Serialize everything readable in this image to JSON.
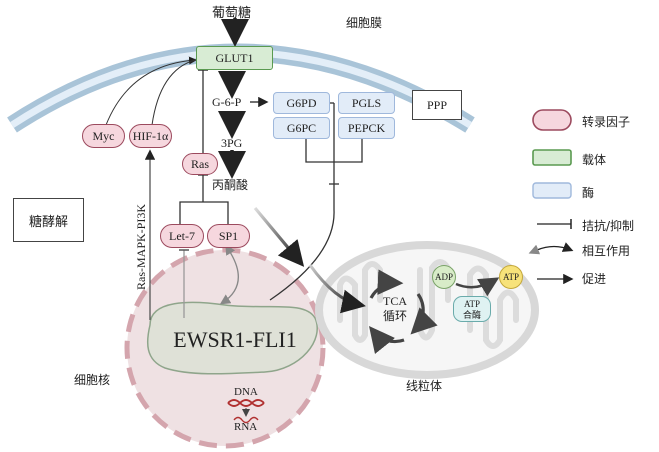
{
  "labels": {
    "glucose": "葡萄糖",
    "cell_membrane": "细胞膜",
    "g6p": "G-6-P",
    "pg3": "3PG",
    "pyruvate": "丙酮酸",
    "pathway_label": "Ras-MAPK-PI3K",
    "nucleus": "细胞核",
    "mitochondria": "线粒体",
    "dna": "DNA",
    "rna": "RNA",
    "tca_line1": "TCA",
    "tca_line2": "循环"
  },
  "nodes": {
    "glut1": "GLUT1",
    "g6pd": "G6PD",
    "pgls": "PGLS",
    "g6pc": "G6PC",
    "pepck": "PEPCK",
    "ppp": "PPP",
    "glycolysis": "糖酵解",
    "myc": "Myc",
    "hif1a": "HIF-1α",
    "ras": "Ras",
    "let7": "Let-7",
    "sp1": "SP1",
    "ewsr1_fli1": "EWSR1-FLI1",
    "adp": "ADP",
    "atp": "ATP",
    "atp_synthase_line1": "ATP",
    "atp_synthase_line2": "合酶"
  },
  "legend": {
    "items": [
      {
        "shape": "transcription-factor",
        "label": "转录因子"
      },
      {
        "shape": "carrier",
        "label": "载体"
      },
      {
        "shape": "enzyme",
        "label": "酶"
      },
      {
        "shape": "inhibit",
        "label": "拮抗/抑制"
      },
      {
        "shape": "interact",
        "label": "相互作用"
      },
      {
        "shape": "promote",
        "label": "促进"
      }
    ]
  },
  "colors": {
    "transcription_factor_fill": "#f6d7de",
    "transcription_factor_border": "#9c4a5e",
    "carrier_fill": "#d8ecd4",
    "carrier_border": "#5a9a50",
    "enzyme_fill": "#e2ecf8",
    "enzyme_border": "#9fb8dc",
    "membrane": "#a9c4d8",
    "nucleus_fill": "#efe1e3",
    "nucleus_border": "#d4a5ad",
    "ewsr1_fill": "#dfe1d7",
    "ewsr1_border": "#8fa58b",
    "adp_fill": "#d8ecc8",
    "atp_fill": "#f7e27a",
    "atp_synthase_fill": "#dff2f2"
  }
}
